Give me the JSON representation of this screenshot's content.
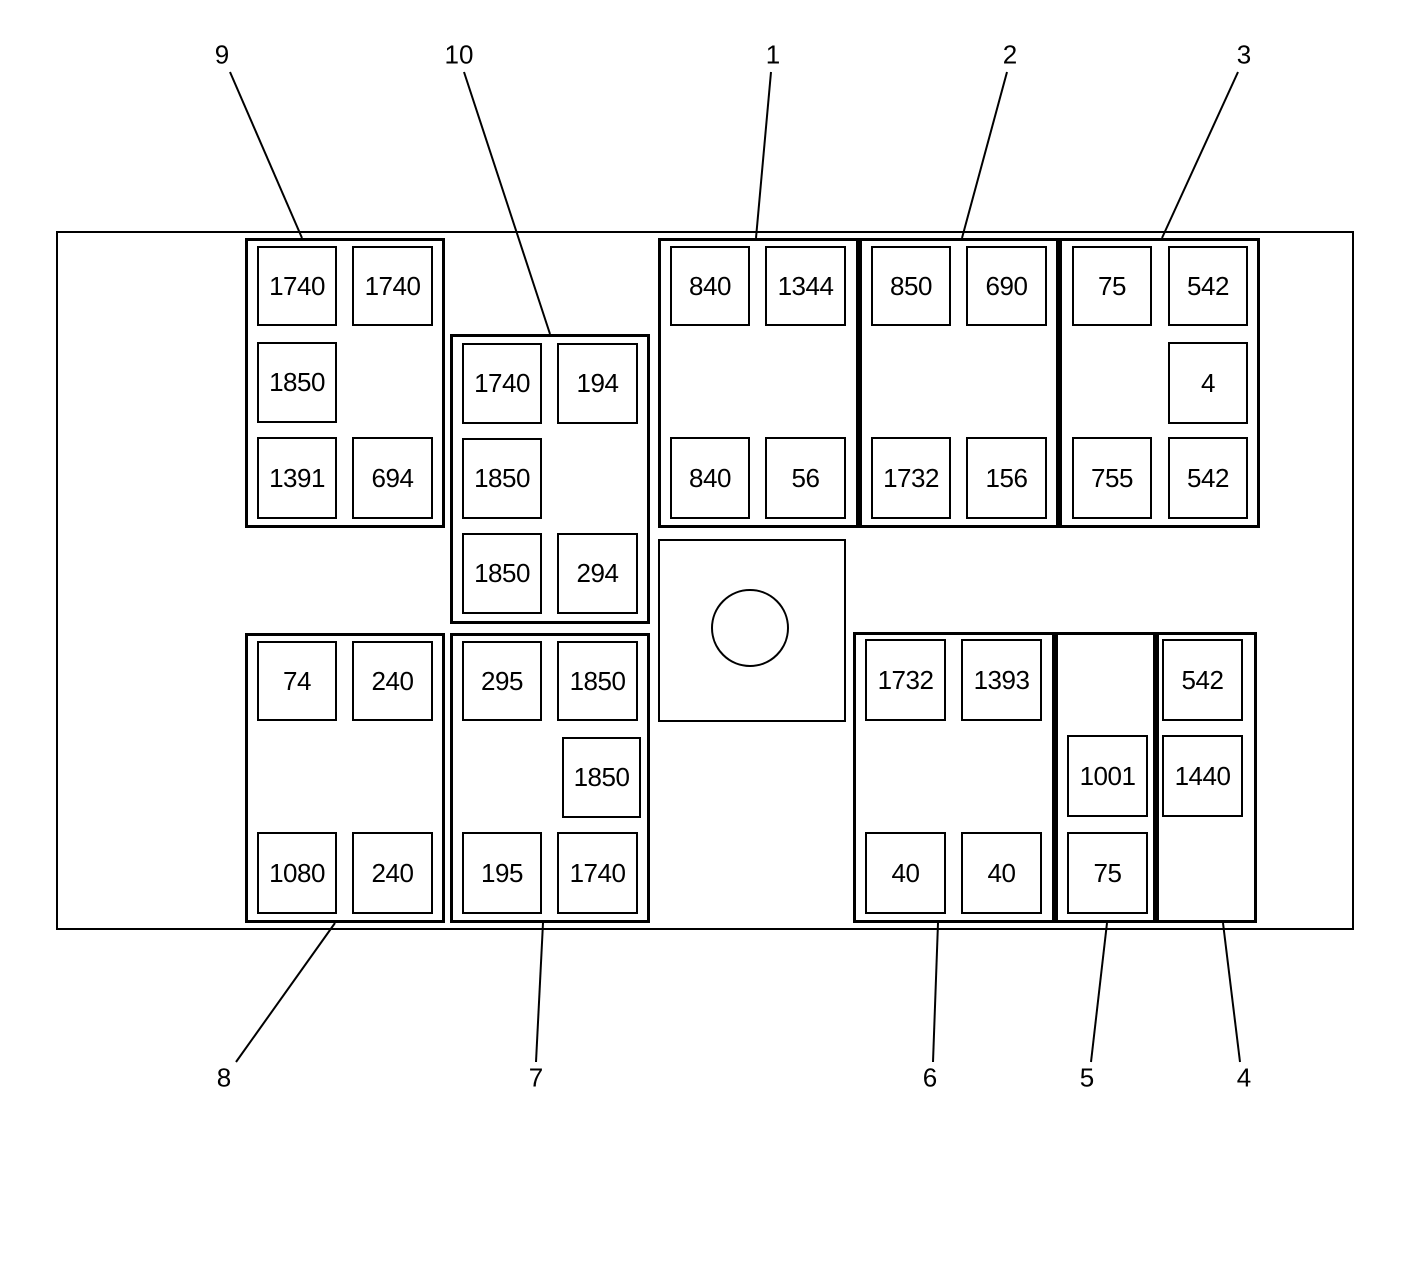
{
  "callouts": [
    "9",
    "10",
    "1",
    "2",
    "3",
    "8",
    "7",
    "6",
    "5",
    "4"
  ],
  "groups": [
    {
      "callout": "9",
      "cells": [
        "1740",
        "1740",
        "1850",
        "1391",
        "694"
      ]
    },
    {
      "callout": "10",
      "cells": [
        "1740",
        "194",
        "1850",
        "1850",
        "294"
      ]
    },
    {
      "callout": "1",
      "cells": [
        "840",
        "1344",
        "840",
        "56"
      ]
    },
    {
      "callout": "2",
      "cells": [
        "850",
        "690",
        "1732",
        "156"
      ]
    },
    {
      "callout": "3",
      "cells": [
        "75",
        "542",
        "4",
        "755",
        "542"
      ]
    },
    {
      "callout": "8",
      "cells": [
        "74",
        "240",
        "1080",
        "240"
      ]
    },
    {
      "callout": "7",
      "cells": [
        "295",
        "1850",
        "1850",
        "195",
        "1740"
      ]
    },
    {
      "callout": "6",
      "cells": [
        "1732",
        "1393",
        "40",
        "40"
      ]
    },
    {
      "callout": "5",
      "cells": [
        "1001",
        "75"
      ]
    },
    {
      "callout": "4",
      "cells": [
        "542",
        "1440"
      ]
    }
  ]
}
